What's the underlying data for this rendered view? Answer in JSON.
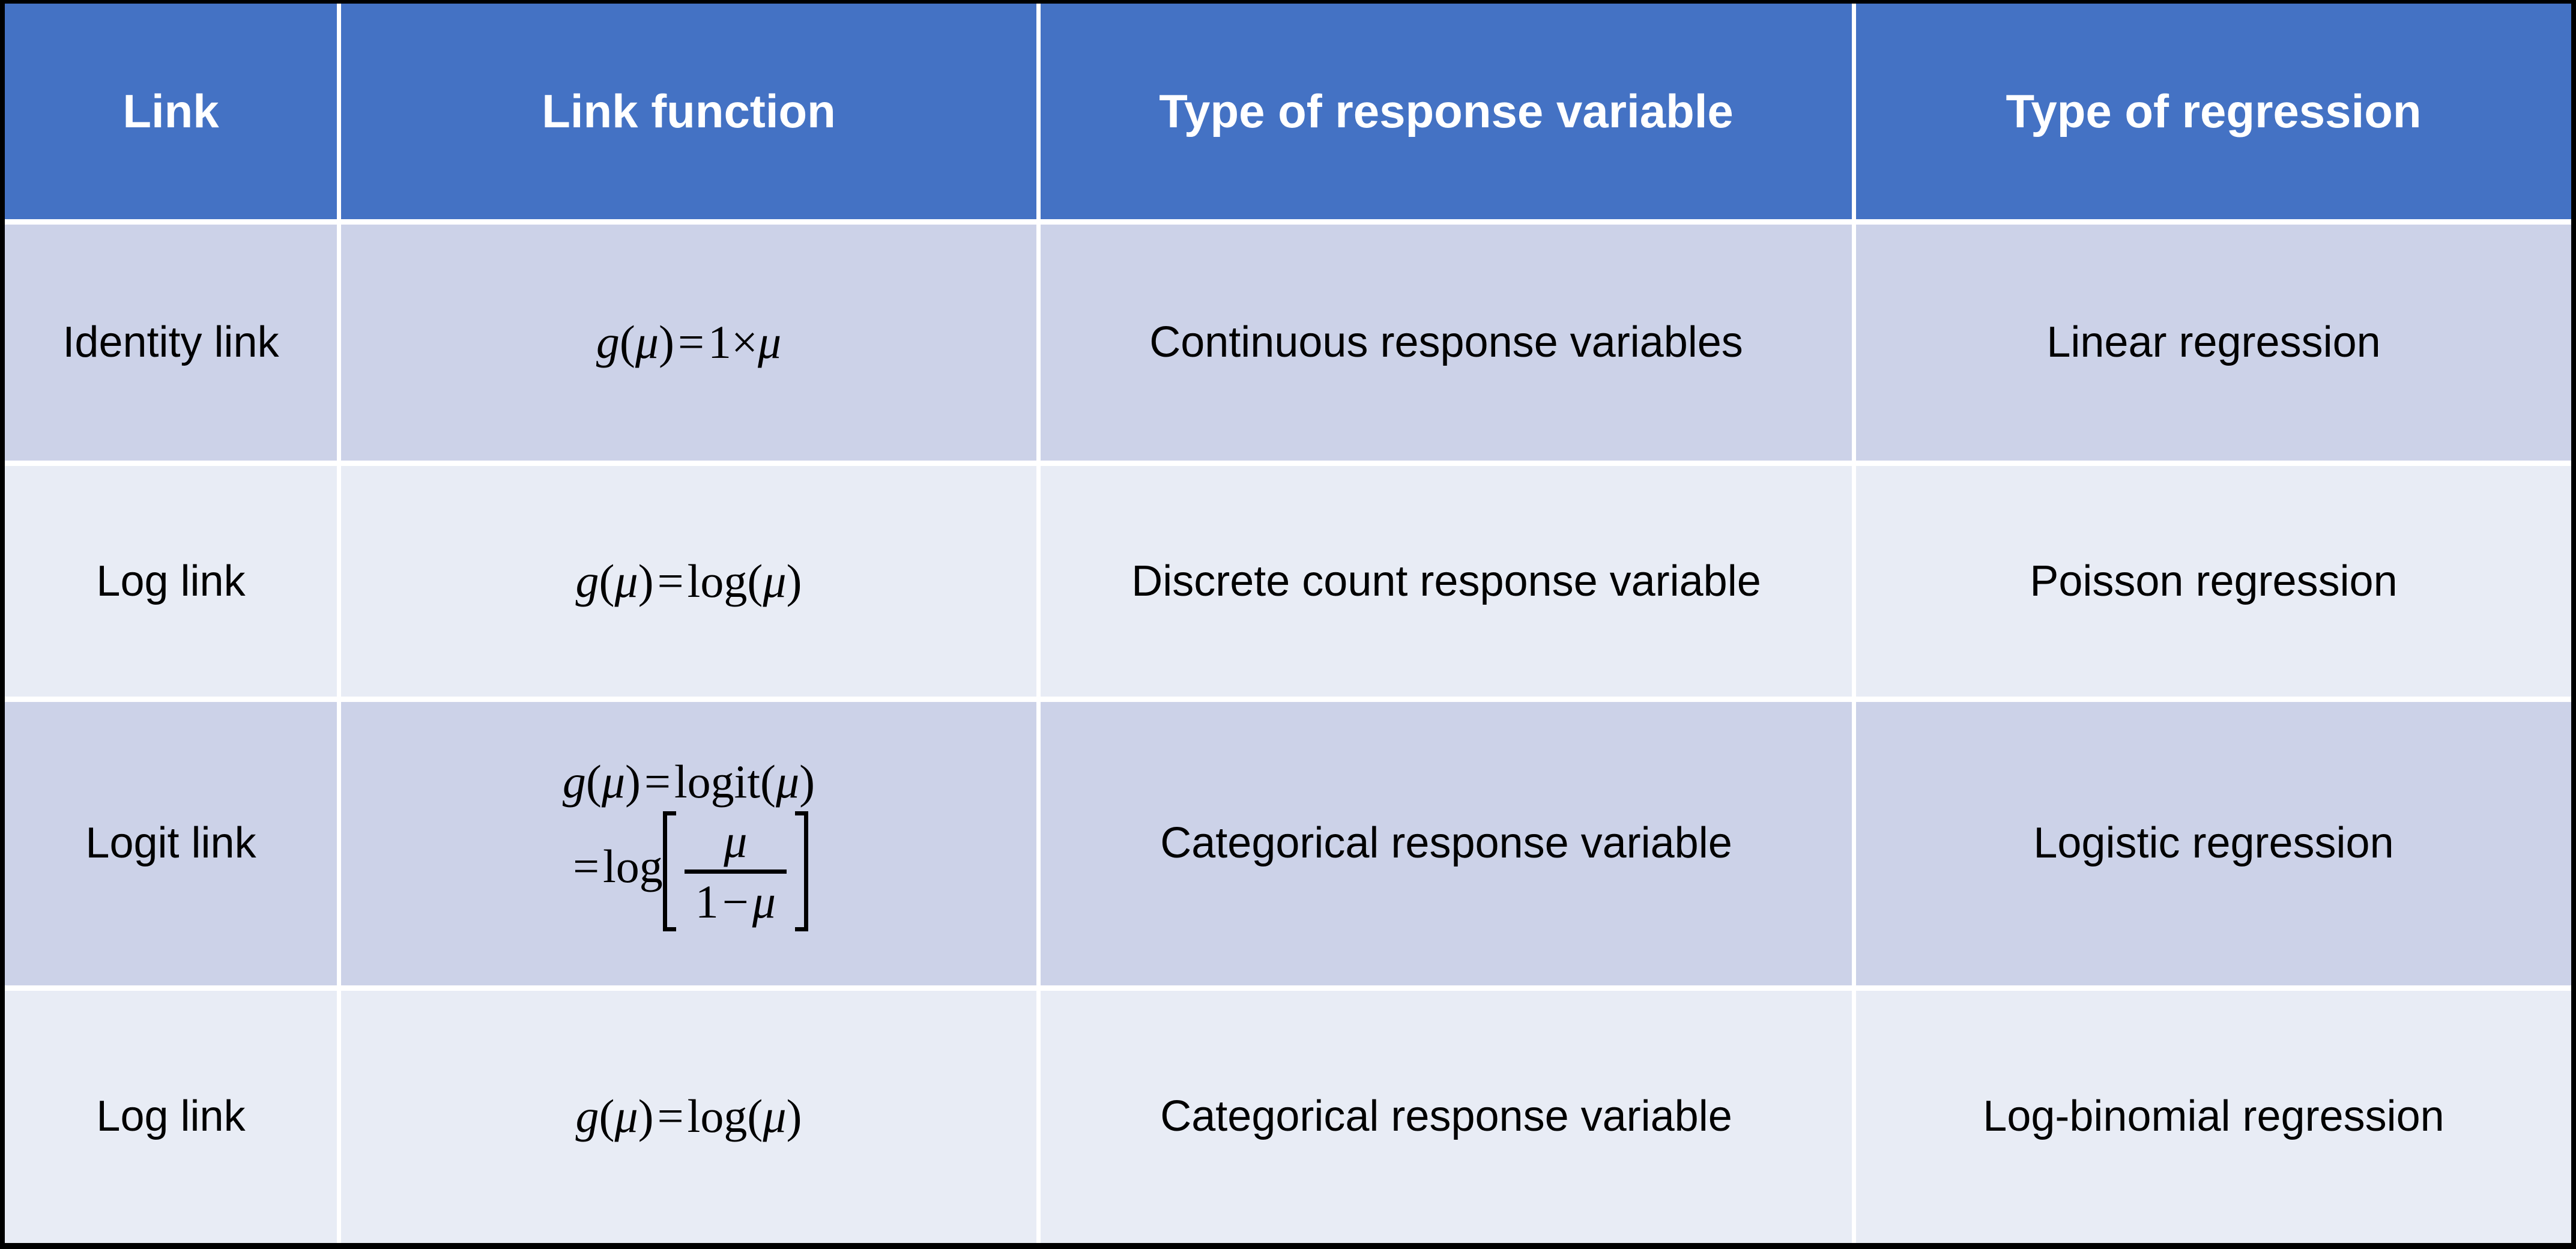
{
  "table": {
    "columns": [
      {
        "key": "link",
        "label": "Link"
      },
      {
        "key": "link_function",
        "label": "Link function"
      },
      {
        "key": "response_type",
        "label": "Type of response variable"
      },
      {
        "key": "regression_type",
        "label": "Type of regression"
      }
    ],
    "rows": [
      {
        "link": "Identity link",
        "link_function_text": "g(μ) = 1×μ",
        "link_function_parts": {
          "g": "g",
          "lparen": "(",
          "mu": "μ",
          "rparen": ")",
          "equals": "=",
          "one": "1",
          "times": "×",
          "mu2": "μ"
        },
        "response_type": "Continuous response variables",
        "regression_type": "Linear regression"
      },
      {
        "link": "Log link",
        "link_function_text": "g(μ) = log(μ)",
        "link_function_parts": {
          "g": "g",
          "lparen": "(",
          "mu": "μ",
          "rparen": ")",
          "equals": "=",
          "log": "log",
          "lparen2": "(",
          "mu2": "μ",
          "rparen2": ")"
        },
        "response_type": "Discrete count response variable",
        "regression_type": "Poisson regression"
      },
      {
        "link": "Logit link",
        "link_function_text": "g(μ) = logit(μ) = log[μ / (1 − μ)]",
        "link_function_parts": {
          "g": "g",
          "lparen": "(",
          "mu": "μ",
          "rparen": ")",
          "equals": "=",
          "logit": "logit",
          "lparen2": "(",
          "mu2": "μ",
          "rparen2": ")",
          "equals2": "=",
          "log": "log",
          "numerator": "μ",
          "denominator_one": "1",
          "denominator_minus": "−",
          "denominator_mu": "μ"
        },
        "response_type": "Categorical response variable",
        "regression_type": "Logistic regression"
      },
      {
        "link": "Log link",
        "link_function_text": "g(μ) = log(μ)",
        "link_function_parts": {
          "g": "g",
          "lparen": "(",
          "mu": "μ",
          "rparen": ")",
          "equals": "=",
          "log": "log",
          "lparen2": "(",
          "mu2": "μ",
          "rparen2": ")"
        },
        "response_type": "Categorical response variable",
        "regression_type": "Log-binomial regression"
      }
    ]
  },
  "colors": {
    "header_bg": "#4472C4",
    "header_text": "#FFFFFF",
    "row_band_dark": "#CCD2E8",
    "row_band_light": "#E8ECF5",
    "gridline": "#FFFFFF",
    "body_text": "#000000",
    "page_bg": "#000000"
  }
}
